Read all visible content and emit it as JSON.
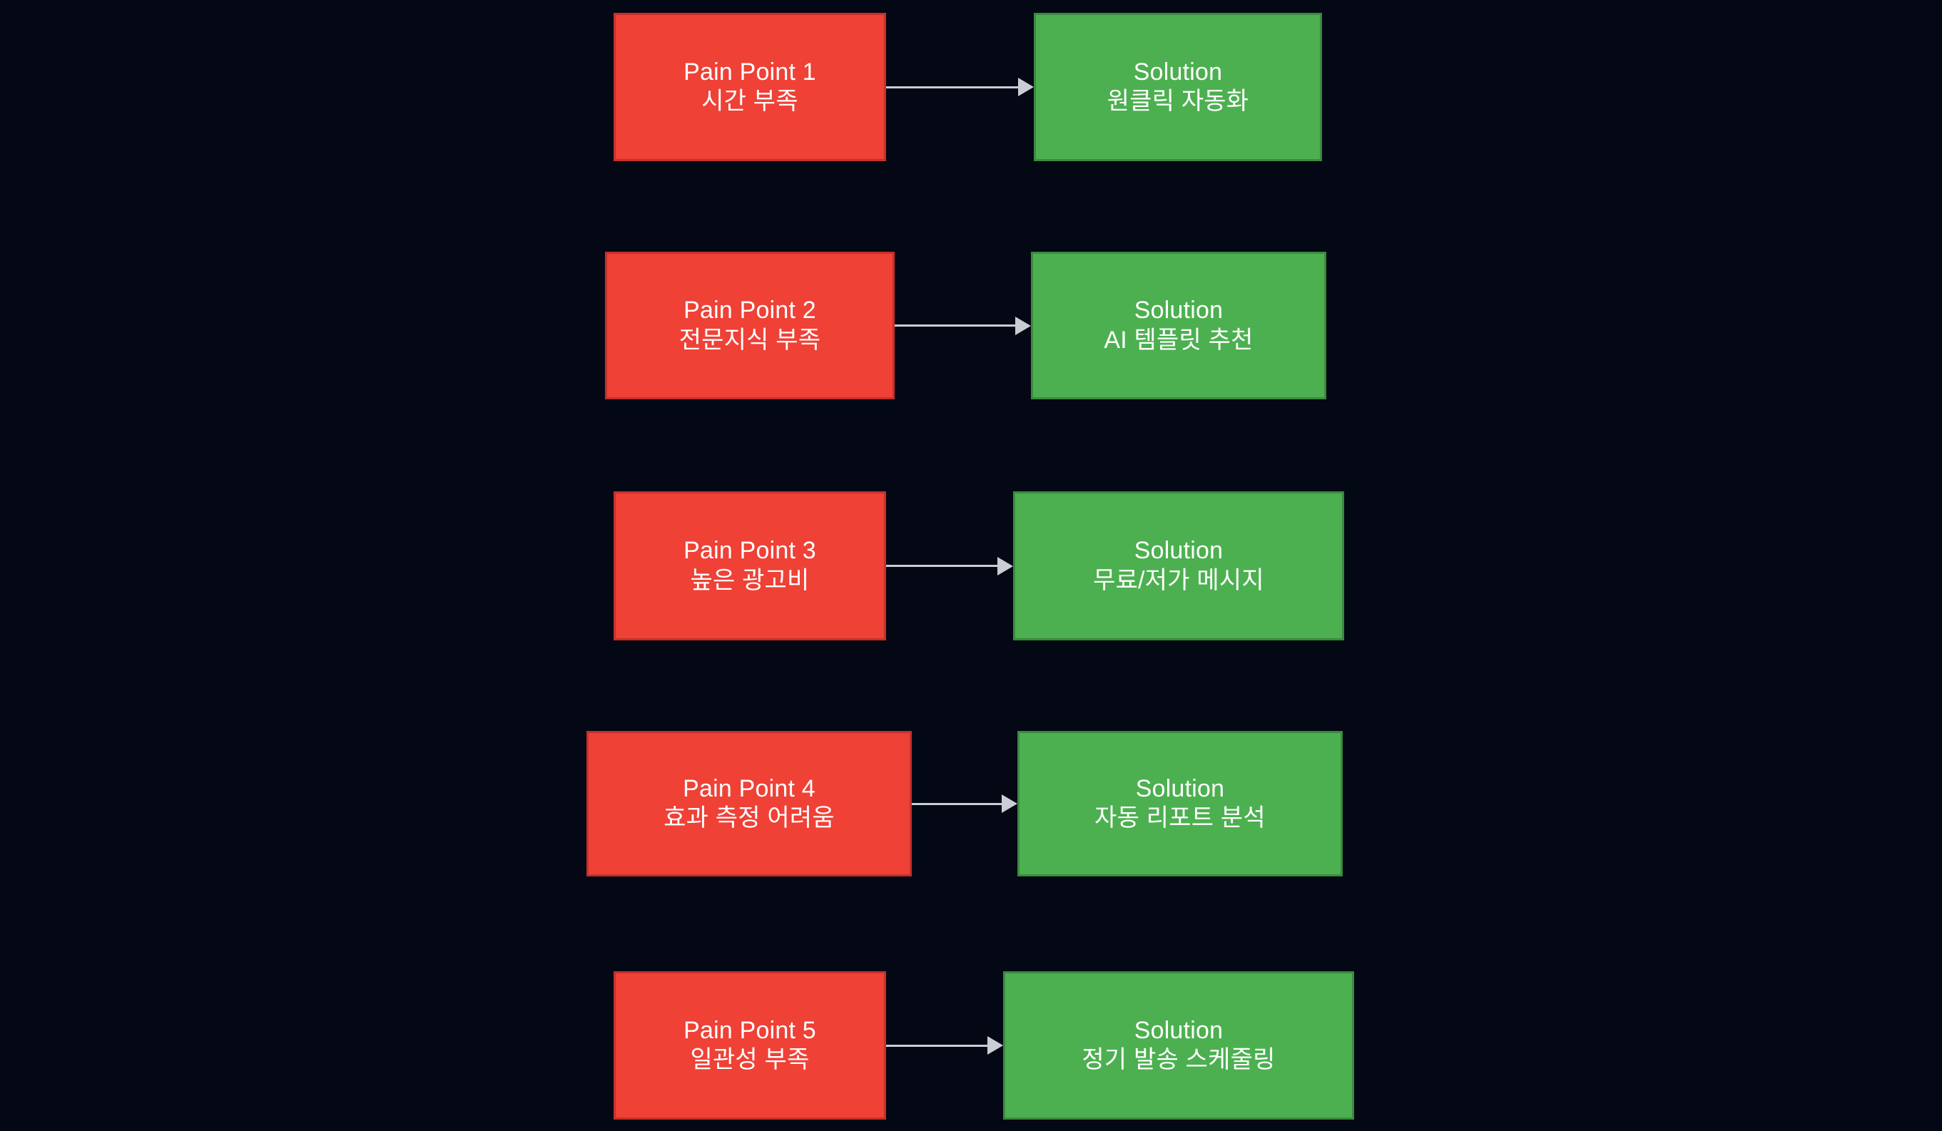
{
  "diagram": {
    "type": "flowchart",
    "title": "",
    "background_color": "#040814",
    "pain_color": "#ef4136",
    "pain_border_color": "#c6302a",
    "solution_color": "#4cb050",
    "solution_border_color": "#3a8b3e",
    "arrow_color": "#c9cdd4",
    "text_color": "#ffffff",
    "rows": [
      {
        "pain": {
          "line1": "Pain Point 1",
          "line2": "시간 부족"
        },
        "solution": {
          "line1": "Solution",
          "line2": "원클릭 자동화"
        }
      },
      {
        "pain": {
          "line1": "Pain Point 2",
          "line2": "전문지식 부족"
        },
        "solution": {
          "line1": "Solution",
          "line2": "AI 템플릿 추천"
        }
      },
      {
        "pain": {
          "line1": "Pain Point 3",
          "line2": "높은 광고비"
        },
        "solution": {
          "line1": "Solution",
          "line2": "무료/저가 메시지"
        }
      },
      {
        "pain": {
          "line1": "Pain Point 4",
          "line2": "효과 측정 어려움"
        },
        "solution": {
          "line1": "Solution",
          "line2": "자동 리포트 분석"
        }
      },
      {
        "pain": {
          "line1": "Pain Point 5",
          "line2": "일관성 부족"
        },
        "solution": {
          "line1": "Solution",
          "line2": "정기 발송 스케줄링"
        }
      }
    ]
  }
}
